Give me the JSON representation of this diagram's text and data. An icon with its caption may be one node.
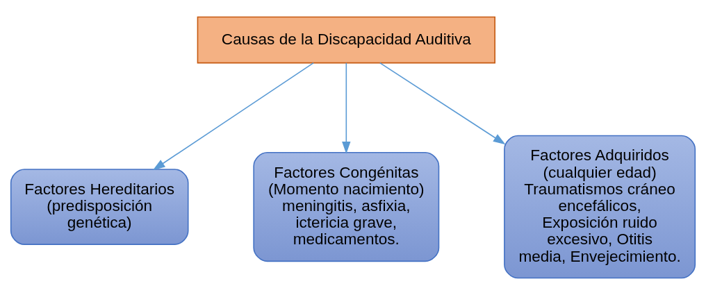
{
  "diagram": {
    "nodes": [
      {
        "text": [
          "Causas de la Discapacidad Auditiva"
        ]
      },
      {
        "text": [
          "Factores Hereditarios (predisposición genética)"
        ]
      },
      {
        "text": [
          "Factores Congénitas (Momento nacimiento) meningitis, asfixia, ictericia grave, medicamentos."
        ]
      },
      {
        "text": [
          "Factores Adquiridos (cualquier edad) Traumatismos cráneo encefálicos, Exposición ruido excesivo, Otitis media, Envejecimiento."
        ]
      }
    ],
    "edges": [
      {
        "from": 0,
        "to": 1,
        "arrow": "to"
      },
      {
        "from": 0,
        "to": 2,
        "arrow": "to"
      },
      {
        "from": 0,
        "to": 3,
        "arrow": "to"
      }
    ]
  }
}
